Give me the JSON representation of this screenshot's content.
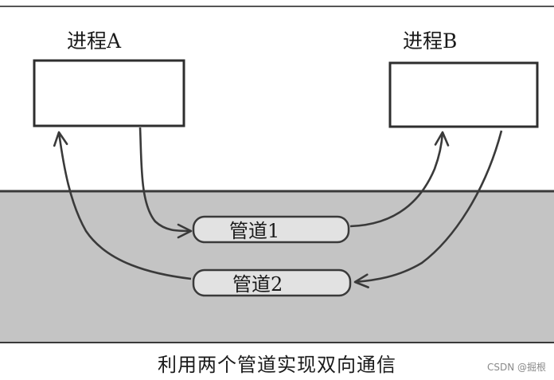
{
  "process_a": {
    "label": "进程A"
  },
  "process_b": {
    "label": "进程B"
  },
  "pipe_1": {
    "label": "管道1"
  },
  "pipe_2": {
    "label": "管道2"
  },
  "caption": "利用两个管道实现双向通信",
  "watermark": "CSDN @掘根",
  "colors": {
    "kernel_region": "#c4c4c4",
    "line": "#3a3a3a",
    "box_fill": "#ffffff"
  }
}
